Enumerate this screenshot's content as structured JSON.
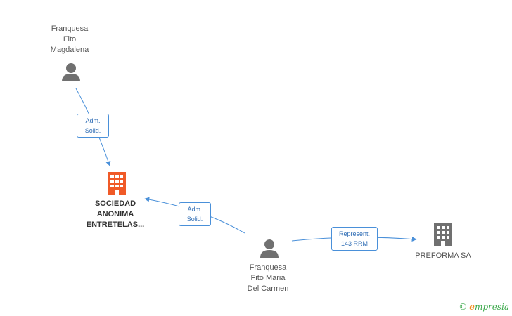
{
  "nodes": {
    "person_magdalena": {
      "label": "Franquesa\nFito\nMagdalena",
      "icon": "person-icon",
      "color": "#707070"
    },
    "company_sociedad": {
      "label": "SOCIEDAD\nANONIMA\nENTRETELAS...",
      "icon": "building-icon",
      "color": "#f05a28"
    },
    "person_carmen": {
      "label": "Franquesa\nFito Maria\nDel Carmen",
      "icon": "person-icon",
      "color": "#707070"
    },
    "company_preforma": {
      "label": "PREFORMA SA",
      "icon": "building-icon",
      "color": "#707070"
    }
  },
  "edges": {
    "magdalena_to_sociedad": {
      "label": "Adm.\nSolid."
    },
    "carmen_to_sociedad": {
      "label": "Adm.\nSolid."
    },
    "carmen_to_preforma": {
      "label": "Represent.\n143 RRM"
    }
  },
  "colors": {
    "edge": "#4a90d9",
    "accent": "#f05a28"
  },
  "brand": {
    "copyright": "©",
    "name": "mpresia",
    "initial": "e"
  }
}
